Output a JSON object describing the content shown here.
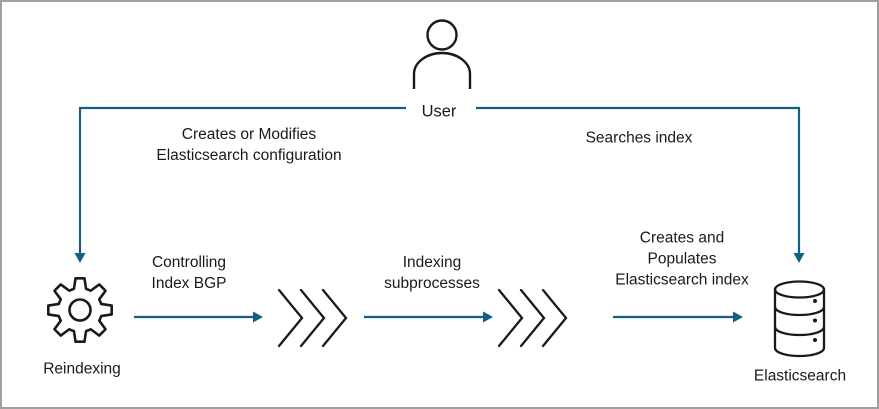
{
  "nodes": {
    "user": "User",
    "reindexing": "Reindexing",
    "elasticsearch": "Elasticsearch"
  },
  "edge_labels": {
    "user_to_reindexing": "Creates or Modifies\nElasticsearch configuration",
    "user_to_elasticsearch": "Searches index",
    "reindexing_to_subprocesses": "Controlling\nIndex BGP",
    "subprocesses": "Indexing\nsubprocesses",
    "populate_elasticsearch": "Creates and\nPopulates\nElasticsearch index"
  },
  "icons": {
    "user": "person-outline-icon",
    "reindexing": "gear-icon",
    "process_stage": "fast-forward-chevrons-icon",
    "elasticsearch": "database-icon"
  },
  "colors": {
    "connector": "#156082",
    "icon_stroke": "#1a1a1a",
    "text": "#1a1a1a",
    "border": "#a0a0a0",
    "background": "#ffffff"
  }
}
